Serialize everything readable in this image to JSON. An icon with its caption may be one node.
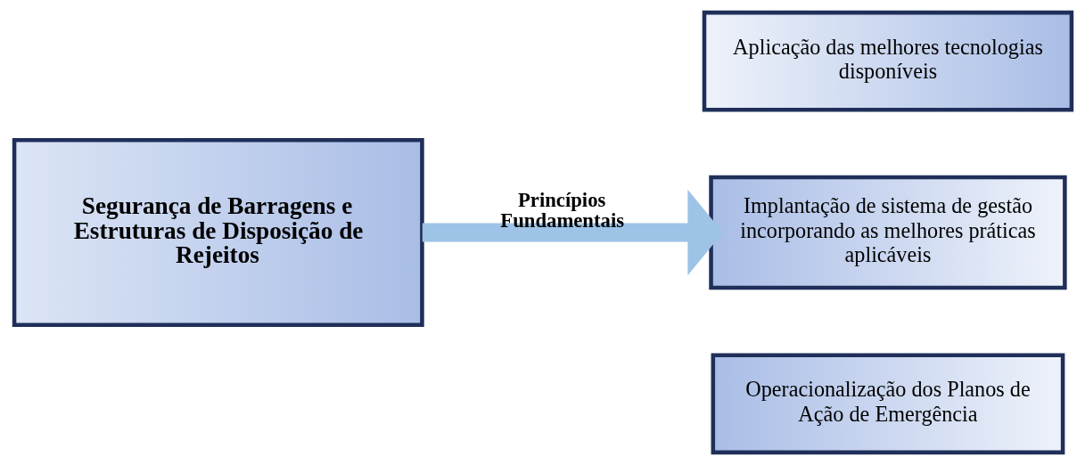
{
  "diagram": {
    "nodes": [
      {
        "text": [
          "Segurança de Barragens e Estruturas de Disposição de Rejeitos"
        ]
      },
      {
        "text": [
          "Aplicação das melhores tecnologias disponíveis"
        ]
      },
      {
        "text": [
          "Implantação de sistema de gestão incorporando as melhores práticas aplicáveis"
        ]
      },
      {
        "text": [
          "Operacionalização dos Planos de Ação de Emergência"
        ]
      }
    ],
    "edges": [
      {
        "from": 0,
        "to": 2,
        "arrow": "to",
        "label": "Princípios Fundamentais"
      }
    ]
  }
}
